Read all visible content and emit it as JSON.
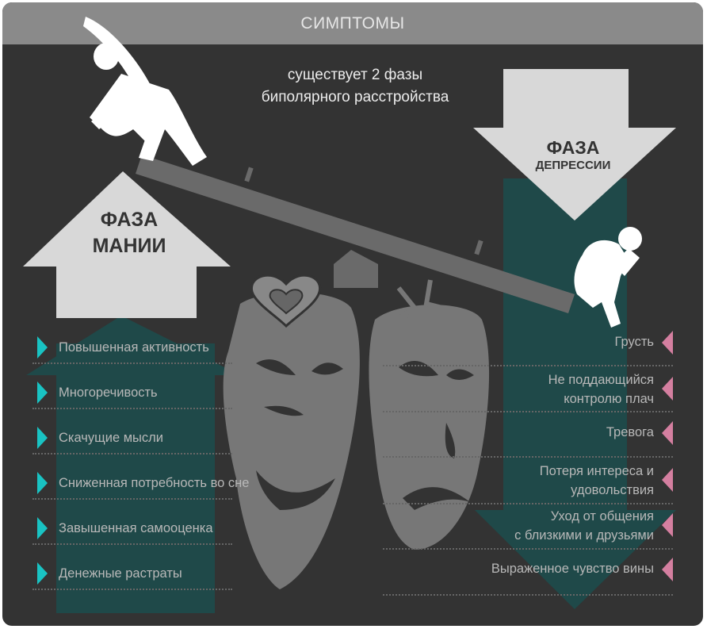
{
  "header": {
    "title": "СИМПТОМЫ"
  },
  "subtitle": {
    "line1": "существует 2 фазы",
    "line2": "биполярного расстройства"
  },
  "mania_phase": {
    "label_line1": "ФАЗА",
    "label_line2": "МАНИИ",
    "bullet_color": "#19c3c3",
    "symptoms": [
      "Повышенная активность",
      "Многоречивость",
      "Скачущие мысли",
      "Сниженная потребность во сне",
      "Завышенная самооценка",
      "Денежные растраты"
    ]
  },
  "depression_phase": {
    "label_line1": "ФАЗА",
    "label_line2": "ДЕПРЕССИИ",
    "bullet_color": "#d47fa0",
    "symptoms": [
      {
        "line1": "Грусть",
        "line2": ""
      },
      {
        "line1": "Не поддающийся",
        "line2": "контролю плач"
      },
      {
        "line1": "Тревога",
        "line2": ""
      },
      {
        "line1": "Потеря интереса и",
        "line2": "удовольствия"
      },
      {
        "line1": "Уход от общения",
        "line2": "с близкими и друзьями"
      },
      {
        "line1": "Выраженное чувство вины",
        "line2": ""
      }
    ]
  },
  "colors": {
    "background": "#333333",
    "header": "#8a8a8a",
    "arrow": "#d8d8d8",
    "teal": "#1f4949",
    "mask": "#777777"
  }
}
